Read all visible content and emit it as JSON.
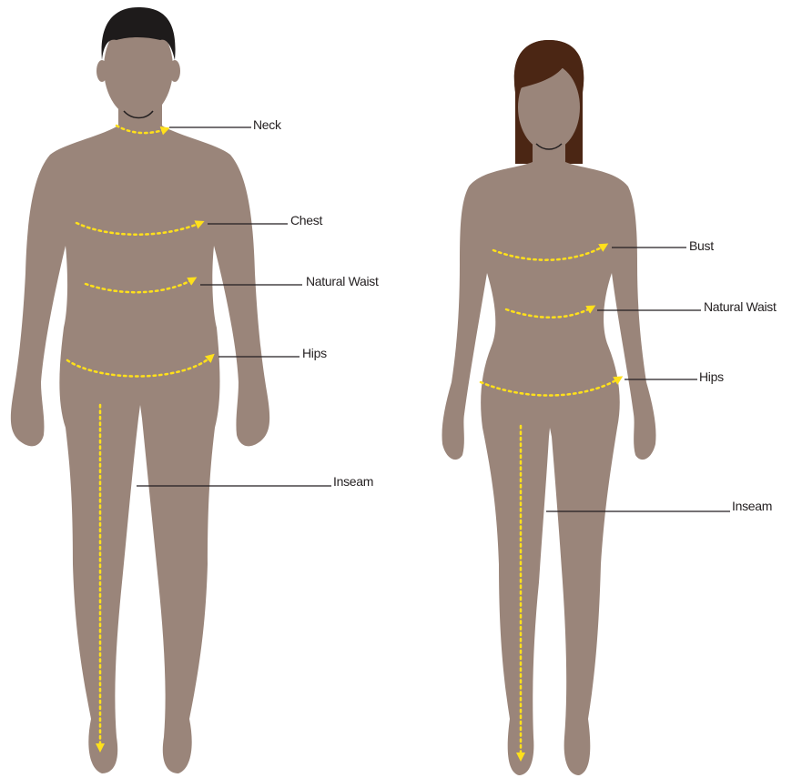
{
  "figure": {
    "colors": {
      "skin": "#9a857a",
      "hair_male": "#1e1b1b",
      "hair_female": "#4b2614",
      "measure_line": "#ffe01b",
      "leader_line": "#231f20",
      "label_text": "#231f20",
      "background": "#ffffff"
    }
  },
  "male": {
    "labels": {
      "neck": "Neck",
      "chest": "Chest",
      "natural_waist": "Natural Waist",
      "hips": "Hips",
      "inseam": "Inseam"
    }
  },
  "female": {
    "labels": {
      "bust": "Bust",
      "natural_waist": "Natural Waist",
      "hips": "Hips",
      "inseam": "Inseam"
    }
  }
}
